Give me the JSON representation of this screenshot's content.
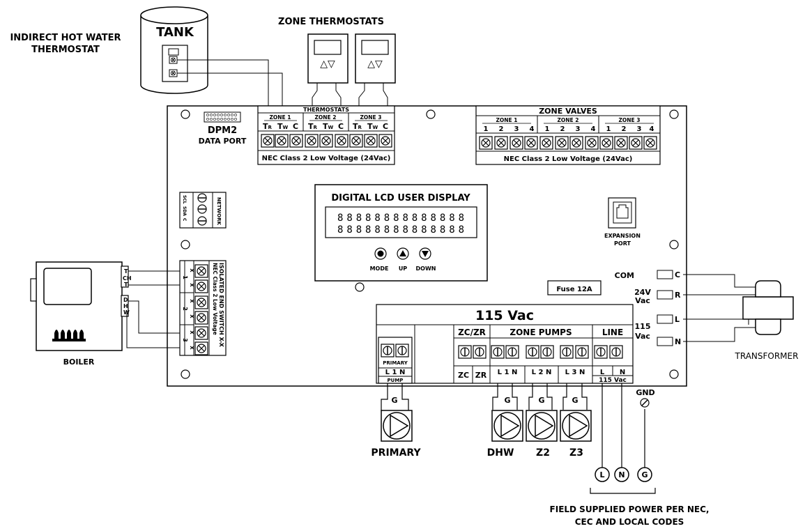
{
  "labels": {
    "indirect_thermostat": [
      "INDIRECT HOT WATER",
      "THERMOSTAT"
    ],
    "tank": "TANK",
    "zone_thermostats": "ZONE THERMOSTATS",
    "thermostat_arrows": "△▽",
    "thermostats_header": "THERMOSTATS",
    "zone1": "ZONE 1",
    "zone2": "ZONE 2",
    "zone3": "ZONE 3",
    "t_r": "T",
    "r_sub": "R",
    "t_w": "T",
    "w_sub": "W",
    "c": "C",
    "nec_class2": "NEC Class 2 Low Voltage (24Vac)",
    "dpm2": "DPM2",
    "data_port": "DATA PORT",
    "zone_valves": "ZONE VALVES",
    "valve_terms": [
      "1",
      "2",
      "3",
      "4"
    ],
    "network": "NETWORK",
    "network_pins": [
      "SCL",
      "SDA",
      "C"
    ],
    "lcd_title": "DIGITAL LCD USER DISPLAY",
    "lcd_digits": "88888888888888",
    "mode": "MODE",
    "up": "UP",
    "down": "DOWN",
    "expansion": [
      "EXPANSION",
      "PORT"
    ],
    "isolated_switch": [
      "NEC Class 2 Low Voltage",
      "ISOLATED END SWITCH X-X"
    ],
    "x": "X",
    "iso_nums": [
      "1",
      "2",
      "3"
    ],
    "fuse": "Fuse 12A",
    "v115_header": "115 Vac",
    "zc_zr": "ZC/ZR",
    "zone_pumps": "ZONE PUMPS",
    "line": "LINE",
    "primary_small": "PRIMARY",
    "l1n": "L 1 N",
    "pump_small": "PUMP",
    "zc": "ZC",
    "zr": "ZR",
    "l2n": "L 2 N",
    "l3n": "L 3 N",
    "l": "L",
    "n": "N",
    "v115_small": "115 Vac",
    "com": "COM",
    "v24": [
      "24V",
      "Vac"
    ],
    "v115_side": [
      "115",
      "Vac"
    ],
    "tr_c": "C",
    "tr_r": "R",
    "tr_l": "L",
    "tr_n": "N",
    "transformer": "TRANSFORMER",
    "boiler": "BOILER",
    "t": "T",
    "ch": "CH",
    "dhw_side": [
      "D",
      "H",
      "W"
    ],
    "g": "G",
    "gnd": "GND",
    "primary": "PRIMARY",
    "dhw": "DHW",
    "z2": "Z2",
    "z3": "Z3",
    "field_power": [
      "FIELD SUPPLIED POWER PER NEC,",
      "CEC AND LOCAL CODES"
    ]
  }
}
